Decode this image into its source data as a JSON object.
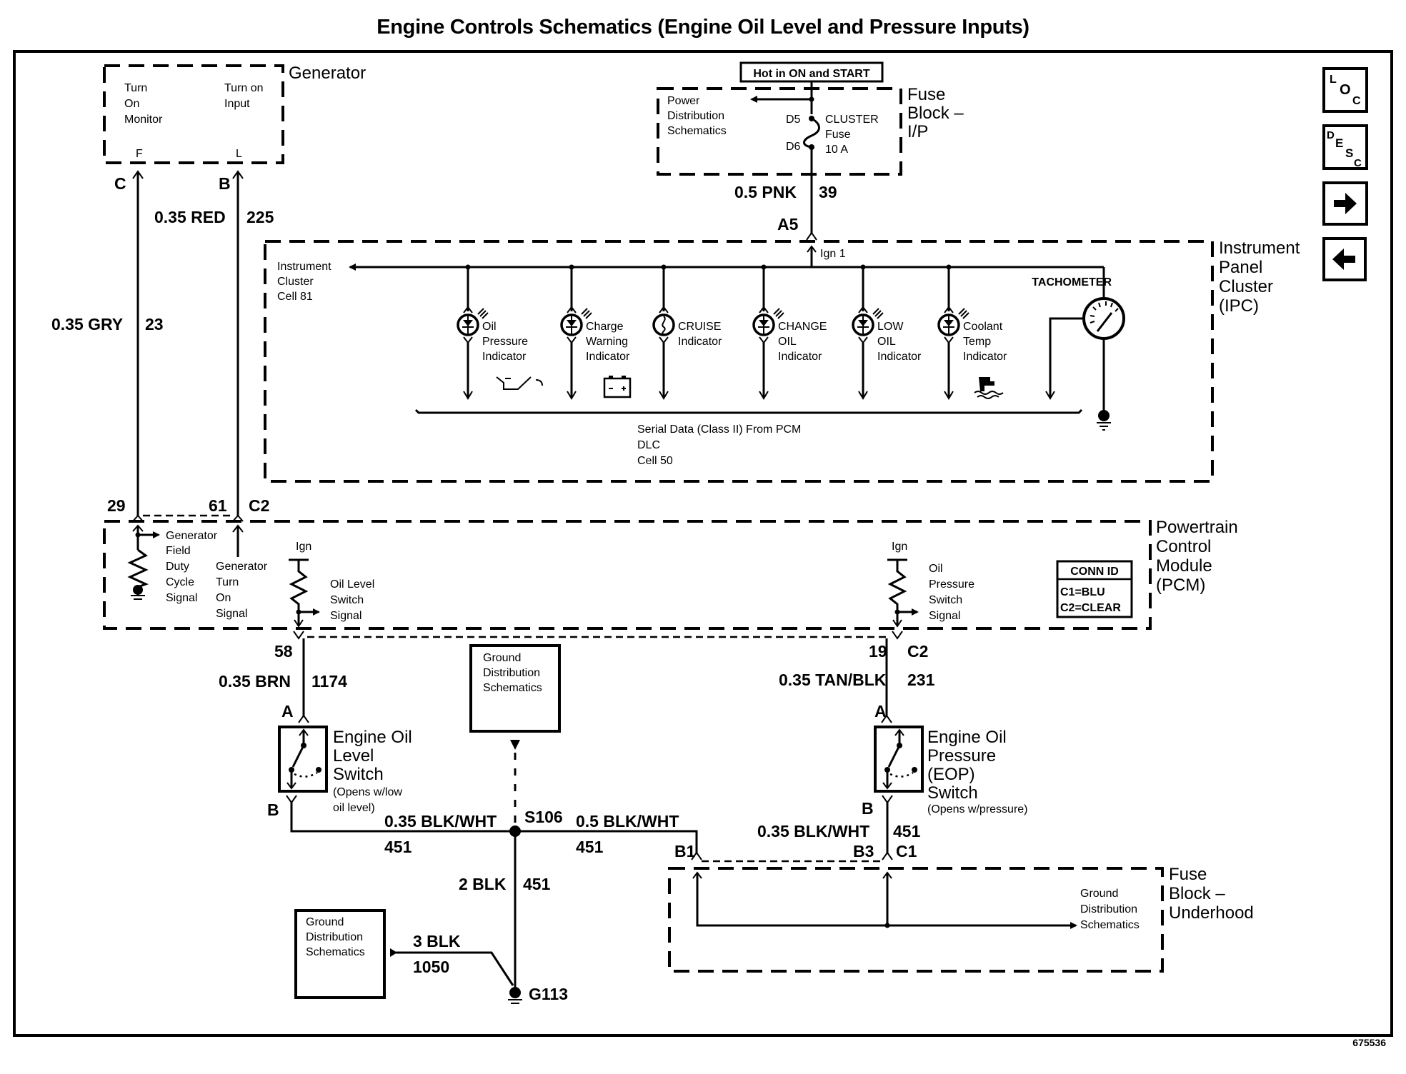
{
  "title": "Engine Controls Schematics (Engine Oil Level and Pressure Inputs)",
  "figure_id": "675536",
  "nav_buttons": [
    {
      "name": "loc",
      "letters": [
        "L",
        "O",
        "C"
      ],
      "label": "LOC"
    },
    {
      "name": "desc",
      "letters": [
        "D",
        "E",
        "S",
        "C"
      ],
      "label": "DESC"
    },
    {
      "name": "next",
      "icon": "arrow-right-icon",
      "label": "→"
    },
    {
      "name": "prev",
      "icon": "arrow-left-icon",
      "label": "←"
    }
  ],
  "generator": {
    "name": "Generator",
    "turn_on_monitor": [
      "Turn",
      "On",
      "Monitor"
    ],
    "turn_on_input": [
      "Turn on",
      "Input"
    ],
    "terminal_f": "F",
    "terminal_l": "L",
    "connector_c": "C",
    "connector_b": "B"
  },
  "fuse_block_ip": {
    "name": [
      "Fuse",
      "Block –",
      "I/P"
    ],
    "hot_label": "Hot in ON and START",
    "power_dist": [
      "Power",
      "Distribution",
      "Schematics"
    ],
    "pin_in": "D5",
    "pin_out": "D6",
    "fuse_label": [
      "CLUSTER",
      "Fuse",
      "10 A"
    ]
  },
  "wires": {
    "red": {
      "gauge_color": "0.35 RED",
      "circuit": "225"
    },
    "gry": {
      "gauge_color": "0.35 GRY",
      "circuit": "23"
    },
    "pnk": {
      "gauge_color": "0.5 PNK",
      "circuit": "39",
      "pin": "A5"
    },
    "brn": {
      "gauge_color": "0.35 BRN",
      "circuit": "1174"
    },
    "tanblk": {
      "gauge_color": "0.35 TAN/BLK",
      "circuit": "231"
    },
    "blkwht_left": {
      "gauge_color": "0.35 BLK/WHT",
      "circuit": "451"
    },
    "blkwht_mid": {
      "gauge_color": "0.5 BLK/WHT",
      "circuit": "451"
    },
    "blkwht_right": {
      "gauge_color": "0.35 BLK/WHT",
      "circuit": "451"
    },
    "blk2": {
      "gauge_color": "2 BLK",
      "circuit": "451"
    },
    "blk3": {
      "gauge_color": "3 BLK",
      "circuit": "1050"
    }
  },
  "ipc": {
    "name": [
      "Instrument",
      "Panel",
      "Cluster",
      "(IPC)"
    ],
    "ign_label": "Ign 1",
    "cluster_ref": [
      "Instrument",
      "Cluster",
      "Cell 81"
    ],
    "indicators": [
      {
        "id": "oil-pressure",
        "label": [
          "Oil",
          "Pressure",
          "Indicator"
        ],
        "type": "lamp",
        "symbol": "oil-can-icon"
      },
      {
        "id": "charge-warning",
        "label": [
          "Charge",
          "Warning",
          "Indicator"
        ],
        "type": "lamp",
        "symbol": "battery-icon"
      },
      {
        "id": "cruise",
        "label": [
          "CRUISE",
          "Indicator"
        ],
        "type": "fuse-lamp",
        "symbol": ""
      },
      {
        "id": "change-oil",
        "label": [
          "CHANGE",
          "OIL",
          "Indicator"
        ],
        "type": "lamp",
        "symbol": ""
      },
      {
        "id": "low-oil",
        "label": [
          "LOW",
          "OIL",
          "Indicator"
        ],
        "type": "lamp",
        "symbol": ""
      },
      {
        "id": "coolant-temp",
        "label": [
          "Coolant",
          "Temp",
          "Indicator"
        ],
        "type": "lamp",
        "symbol": "coolant-temp-icon"
      }
    ],
    "tachometer": "TACHOMETER",
    "serial_data": [
      "Serial Data (Class II) From PCM",
      "DLC",
      "Cell 50"
    ]
  },
  "pcm": {
    "name": [
      "Powertrain",
      "Control",
      "Module",
      "(PCM)"
    ],
    "pin_29": "29",
    "pin_61": "61",
    "conn_c2_top": "C2",
    "gen_field": [
      "Generator",
      "Field",
      "Duty",
      "Cycle",
      "Signal"
    ],
    "gen_turn_on": [
      "Generator",
      "Turn",
      "On",
      "Signal"
    ],
    "ign": "Ign",
    "oil_level_signal": [
      "Oil Level",
      "Switch",
      "Signal"
    ],
    "oil_pressure_signal": [
      "Oil",
      "Pressure",
      "Switch",
      "Signal"
    ],
    "pin_58": "58",
    "pin_19": "19",
    "conn_c2_bottom": "C2",
    "conn_id": {
      "title": "CONN ID",
      "rows": [
        "C1=BLU",
        "C2=CLEAR"
      ]
    }
  },
  "ground_dist_top": [
    "Ground",
    "Distribution",
    "Schematics"
  ],
  "oil_level_switch": {
    "name": [
      "Engine Oil",
      "Level",
      "Switch"
    ],
    "note": [
      "(Opens w/low",
      "oil level)"
    ],
    "pin_a": "A",
    "pin_b": "B"
  },
  "eop_switch": {
    "name": [
      "Engine Oil",
      "Pressure",
      "(EOP)",
      "Switch"
    ],
    "note": "(Opens w/pressure)",
    "pin_a": "A",
    "pin_b": "B"
  },
  "splice": "S106",
  "ground_point": "G113",
  "ground_dist_bottom": [
    "Ground",
    "Distribution",
    "Schematics"
  ],
  "fuse_block_underhood": {
    "name": [
      "Fuse",
      "Block –",
      "Underhood"
    ],
    "pin_b1": "B1",
    "pin_b3": "B3",
    "conn_c1": "C1",
    "ground_dist": [
      "Ground",
      "Distribution",
      "Schematics"
    ]
  }
}
